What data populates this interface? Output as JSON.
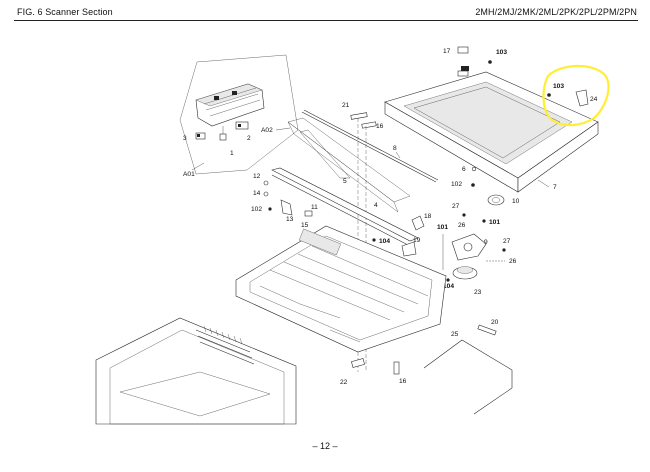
{
  "header": {
    "left_title": "FIG. 6  Scanner Section",
    "right_models": "2MH/2MJ/2MK/2ML/2PK/2PL/2PM/2PN"
  },
  "footer": {
    "page_number": "– 12 –"
  },
  "highlight_color": "#ffee33",
  "parts": {
    "p1": "1",
    "p2": "2",
    "p3": "3",
    "p4": "4",
    "p5": "5",
    "p6": "6",
    "p7": "7",
    "p8": "8",
    "p9": "9",
    "p10": "10",
    "p11": "11",
    "p12": "12",
    "p13": "13",
    "p14": "14",
    "p15": "15",
    "p16a": "16",
    "p16b": "16",
    "p17": "17",
    "p18": "18",
    "p19": "19",
    "p20": "20",
    "p21": "21",
    "p22": "22",
    "p23": "23",
    "p24": "24",
    "p25": "25",
    "p26a": "26",
    "p26b": "26",
    "p27a": "27",
    "p27b": "27",
    "p101a": "101",
    "p101b": "101",
    "p102a": "102",
    "p102b": "102",
    "p103a": "103",
    "p103b": "103",
    "p104a": "104",
    "p104b": "104",
    "a01": "A01",
    "a02": "A02"
  }
}
